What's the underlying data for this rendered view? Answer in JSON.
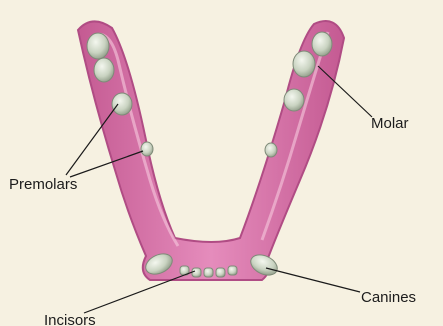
{
  "diagram": {
    "labels": {
      "molar": "Molar",
      "premolars": "Premolars",
      "canines": "Canines",
      "incisors": "Incisors"
    },
    "colors": {
      "background": "#f6f1e1",
      "gum": "#cf6aa0",
      "gum_highlight": "#f3b9d6",
      "tooth": "#cbd6c4",
      "leader_line": "#1a1a1a"
    }
  }
}
